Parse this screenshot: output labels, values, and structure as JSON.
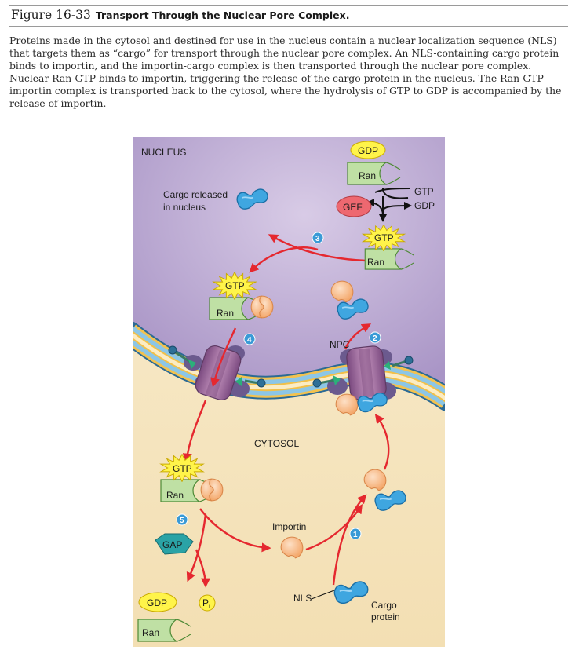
{
  "figure": {
    "number": "Figure 16-33",
    "title": "Transport Through the Nuclear Pore Complex.",
    "caption": "Proteins made in the cytosol and destined for use in the nucleus contain a nuclear localization sequence (NLS) that targets them as “cargo” for transport through the nuclear pore complex. An NLS-containing cargo protein binds to importin, and the importin-cargo complex is then transported through the nuclear pore complex. Nuclear Ran-GTP binds to importin, triggering the release of the cargo protein in the nucleus. The Ran-GTP-importin complex is transported back to the cytosol, where the hydrolysis of GTP to GDP is accompanied by the release of importin."
  },
  "diagram": {
    "nucleus_label": "NUCLEUS",
    "cytosol_label": "CYTOSOL",
    "npc_label": "NPC",
    "cargo_released": "Cargo released",
    "in_nucleus": "in nucleus",
    "importin": "Importin",
    "nls": "NLS",
    "cargo": "Cargo",
    "protein": "protein",
    "gdp": "GDP",
    "gtp": "GTP",
    "ran": "Ran",
    "gef": "GEF",
    "gap": "GAP",
    "pi": "P",
    "pi_sub": "i",
    "step_1": "1",
    "step_2": "2",
    "step_3": "3",
    "step_4": "4",
    "step_5": "5",
    "swap_gtp": "GTP",
    "swap_gdp": "GDP"
  },
  "colors": {
    "nucleus": "#c4b3d8",
    "cytosol": "#f6e6bf",
    "membrane": "#7fb9dc",
    "ran": "#bfe0a4",
    "gtp": "#fff44a",
    "cargo": "#3fa6e0",
    "importin": "#f7b884",
    "arrow": "#e5282f",
    "gef": "#ee6870",
    "gap": "#2aa3a6",
    "npc": "#a06d9c",
    "step": "#3a9ad6"
  }
}
